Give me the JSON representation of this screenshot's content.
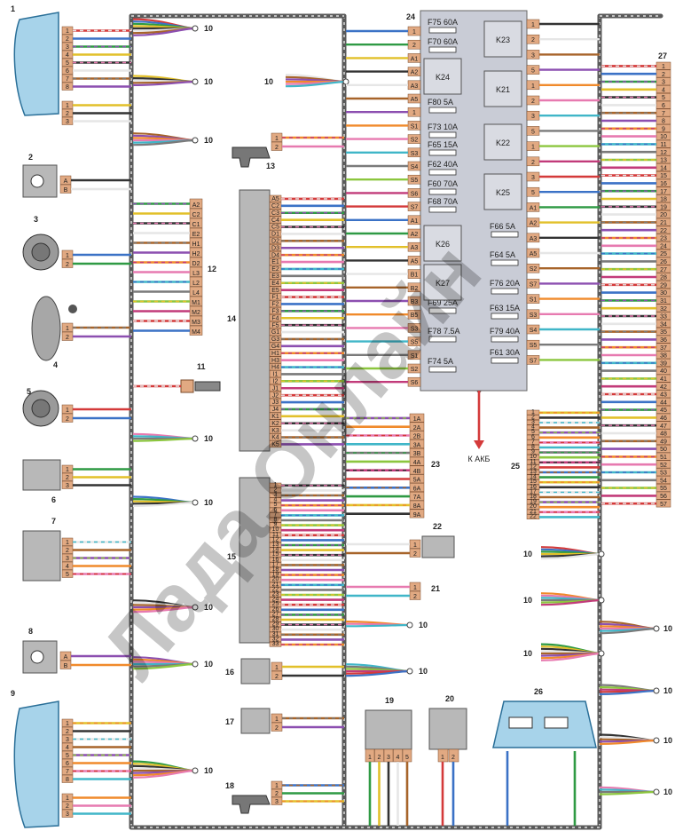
{
  "watermark": "Лада.Онлайн",
  "fuses": [
    {
      "id": "F75",
      "rating": "60A"
    },
    {
      "id": "F70",
      "rating": "60A"
    },
    {
      "id": "F80",
      "rating": "5A"
    },
    {
      "id": "F73",
      "rating": "10A"
    },
    {
      "id": "F65",
      "rating": "15A"
    },
    {
      "id": "F62",
      "rating": "40A"
    },
    {
      "id": "F60",
      "rating": "70A"
    },
    {
      "id": "F68",
      "rating": "70A"
    },
    {
      "id": "F66",
      "rating": "5A"
    },
    {
      "id": "F64",
      "rating": "5A"
    },
    {
      "id": "F76",
      "rating": "20A"
    },
    {
      "id": "F69",
      "rating": "25A"
    },
    {
      "id": "F63",
      "rating": "15A"
    },
    {
      "id": "F78",
      "rating": "7.5A"
    },
    {
      "id": "F79",
      "rating": "40A"
    },
    {
      "id": "F74",
      "rating": "5A"
    },
    {
      "id": "F61",
      "rating": "30A"
    }
  ],
  "relays": [
    "K23",
    "K24",
    "K21",
    "K22",
    "K25",
    "K26",
    "K27"
  ],
  "battery_label": "К АКБ",
  "component_numbers": [
    "1",
    "2",
    "3",
    "4",
    "5",
    "6",
    "7",
    "8",
    "9",
    "10",
    "11",
    "12",
    "13",
    "14",
    "15",
    "16",
    "17",
    "18",
    "19",
    "20",
    "21",
    "22",
    "23",
    "24",
    "25",
    "26",
    "27"
  ],
  "connector12_pins": [
    "A2",
    "C2",
    "C1",
    "E2",
    "H1",
    "H2",
    "D2",
    "L3",
    "L2",
    "L4",
    "M1",
    "M2",
    "M3",
    "M4"
  ],
  "connector14_pins": [
    "A5",
    "C2",
    "C3",
    "C4",
    "C5",
    "D1",
    "D2",
    "D3",
    "D4",
    "E1",
    "E2",
    "E3",
    "E4",
    "E5",
    "F1",
    "F2",
    "F3",
    "F4",
    "F5",
    "G1",
    "G3",
    "G4",
    "H1",
    "H3",
    "H4",
    "I1",
    "I2",
    "J1",
    "J2",
    "J3",
    "J4",
    "K1",
    "K2",
    "K3",
    "K4",
    "K5"
  ],
  "connector15_pins": [
    "1",
    "2",
    "3",
    "4",
    "5",
    "6",
    "7",
    "8",
    "9",
    "10",
    "11",
    "12",
    "13",
    "14",
    "15",
    "16",
    "17",
    "18",
    "19",
    "20",
    "21",
    "22",
    "23",
    "24",
    "25",
    "26",
    "27",
    "28",
    "29",
    "30",
    "31",
    "32",
    "33"
  ],
  "connector23_pins": [
    "1A",
    "2A",
    "2B",
    "3A",
    "3B",
    "4A",
    "4B",
    "5A",
    "6A",
    "7A",
    "8A",
    "9A"
  ],
  "connector25_pins": [
    "1",
    "2",
    "3",
    "4",
    "5",
    "6",
    "7",
    "8",
    "9",
    "10",
    "11",
    "12",
    "13",
    "14",
    "15",
    "16",
    "17",
    "18",
    "19",
    "20",
    "21",
    "22"
  ],
  "connector27_count": 57,
  "block24_left_pins": [
    "1",
    "2",
    "A1",
    "A2",
    "A3",
    "A5",
    "1",
    "S1",
    "S2",
    "S3",
    "S4",
    "S5",
    "S6",
    "S7",
    "A1",
    "A2",
    "A3",
    "A5",
    "B1",
    "B2",
    "B3",
    "B5",
    "S3",
    "S5",
    "S1",
    "S2",
    "S6"
  ],
  "block24_right_pins": [
    "1",
    "2",
    "3",
    "5",
    "1",
    "2",
    "3",
    "5",
    "1",
    "2",
    "3",
    "5",
    "A1",
    "A2",
    "A3",
    "A5",
    "S2",
    "S7",
    "S1",
    "S3",
    "S4",
    "S5",
    "S7"
  ],
  "connector19_pins": [
    "1",
    "2",
    "3",
    "4",
    "5"
  ],
  "connector20_pins": [
    "1",
    "2"
  ],
  "colors": {
    "frame": "#5a5a5a",
    "connector": "#e1a982",
    "component": "#b8b8b8",
    "headlight": "#a7d3ea",
    "relay_block": "#c9ccd6"
  }
}
